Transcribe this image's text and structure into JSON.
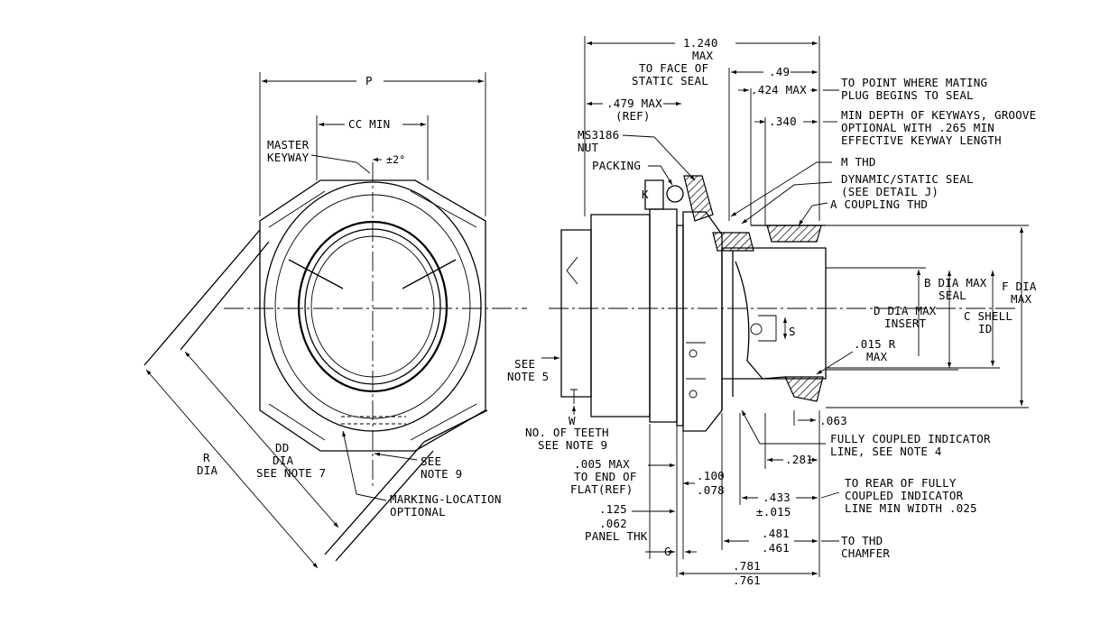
{
  "colors": {
    "ink": "#000000",
    "paper": "#ffffff"
  },
  "labels": {
    "p": "P",
    "cc_min": "CC MIN",
    "master_keyway_1": "MASTER",
    "master_keyway_2": "KEYWAY",
    "angle": "±2°",
    "see_note_9_1": "SEE",
    "see_note_9_2": "NOTE 9",
    "marking_1": "MARKING-LOCATION",
    "marking_2": "OPTIONAL",
    "dd_1": "DD",
    "dd_2": "DIA",
    "dd_3": "SEE NOTE 7",
    "r_1": "R",
    "r_2": "DIA",
    "overall_1": "1.240",
    "overall_2": "MAX",
    "face_seal_1": "TO FACE OF",
    "face_seal_2": "STATIC SEAL",
    "d49": ".49",
    "d424": ".424 MAX",
    "mating_1": "TO POINT WHERE MATING",
    "mating_2": "PLUG BEGINS TO SEAL",
    "d479_1": ".479 MAX",
    "d479_2": "(REF)",
    "d340": ".340",
    "keyway_depth_1": "MIN DEPTH OF KEYWAYS, GROOVE",
    "keyway_depth_2": "OPTIONAL WITH .265 MIN",
    "keyway_depth_3": "EFFECTIVE KEYWAY LENGTH",
    "nut_1": "MS3186",
    "nut_2": "NUT",
    "m_thd": "M THD",
    "packing": "PACKING",
    "k": "K",
    "seal_1": "DYNAMIC/STATIC SEAL",
    "seal_2": "(SEE DETAIL J)",
    "a_thd": "A COUPLING THD",
    "b_1": "B DIA MAX",
    "b_2": "SEAL",
    "f_1": "F DIA",
    "f_2": "MAX",
    "d_1": "D DIA MAX",
    "d_2": "INSERT",
    "c_1": "C SHELL",
    "c_2": "ID",
    "s": "S",
    "r015_1": ".015 R",
    "r015_2": "MAX",
    "note5_1": "SEE",
    "note5_2": "NOTE 5",
    "w": "W",
    "teeth_1": "NO. OF TEETH",
    "teeth_2": "SEE NOTE 9",
    "d063": ".063",
    "indicator_1": "FULLY COUPLED INDICATOR",
    "indicator_2": "LINE, SEE NOTE 4",
    "d005_1": ".005 MAX",
    "d005_2": "TO END OF",
    "d005_3": "FLAT(REF)",
    "d100": ".100",
    "d078": ".078",
    "d281": ".281",
    "rear_1": "TO REAR OF FULLY",
    "rear_2": "COUPLED INDICATOR",
    "rear_3": "LINE MIN WIDTH .025",
    "d125": ".125",
    "d062": ".062",
    "panel": "PANEL THK",
    "d433": ".433",
    "d015": "±.015",
    "g": "G",
    "d481": ".481",
    "d461": ".461",
    "chamfer_1": "TO THD",
    "chamfer_2": "CHAMFER",
    "d781": ".781",
    "d761": ".761"
  }
}
